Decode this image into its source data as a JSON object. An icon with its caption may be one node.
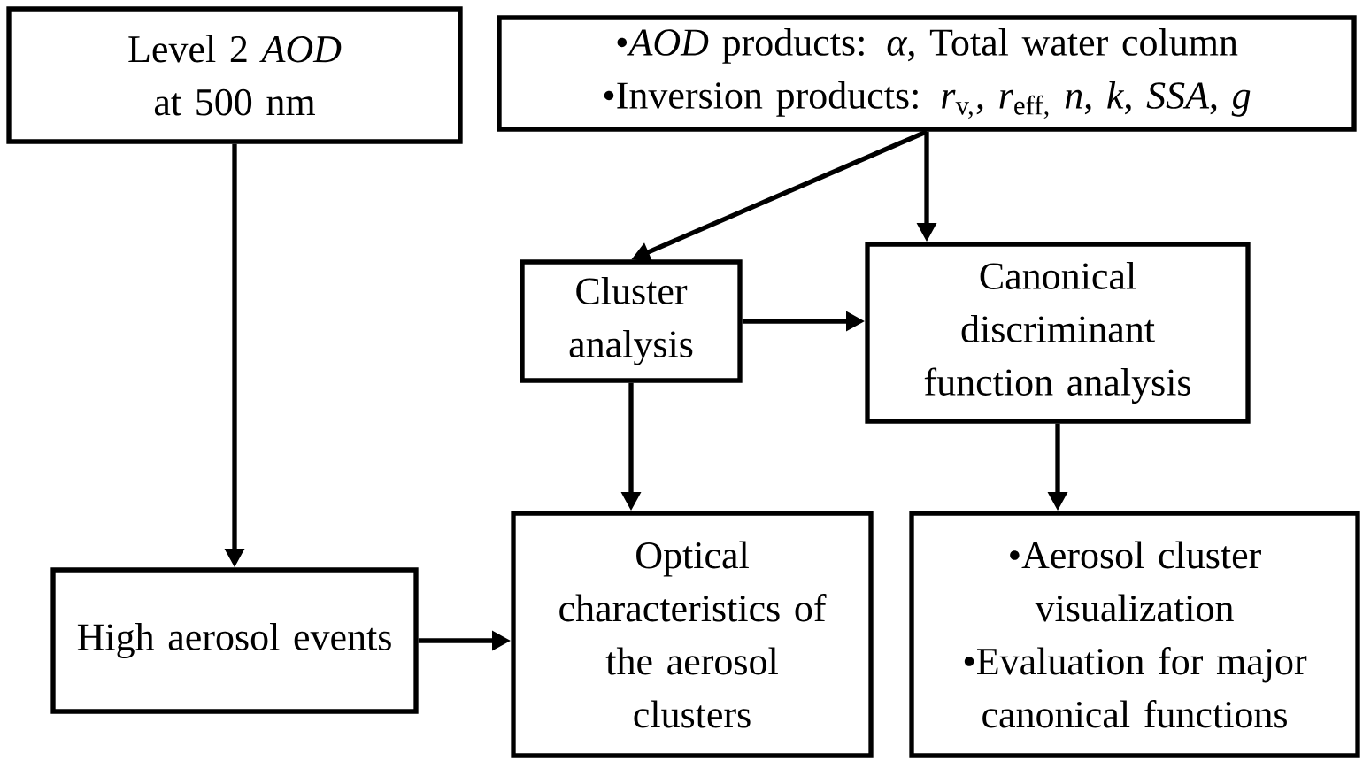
{
  "diagram": {
    "nodes": [
      {
        "text": [
          "Level 2 *AOD* at 500 nm"
        ]
      },
      {
        "text": [
          "•*AOD* products: *α*, Total water column",
          "•Inversion products: *r*$_{v,}$, *r*$_{eff,}$ *n*, *k*, *SSA*, *g*"
        ]
      },
      {
        "text": [
          "Cluster analysis"
        ]
      },
      {
        "text": [
          "Canonical discriminant function analysis"
        ]
      },
      {
        "text": [
          "High aerosol events"
        ]
      },
      {
        "text": [
          "Optical characteristics of the aerosol clusters"
        ]
      },
      {
        "text": [
          "•Aerosol cluster visualization",
          "•Evaluation for major canonical functions"
        ]
      }
    ],
    "edges": [
      {
        "from": 0,
        "to": 4,
        "arrow": "to"
      },
      {
        "from": 1,
        "to": 2,
        "arrow": "to"
      },
      {
        "from": 1,
        "to": 3,
        "arrow": "to"
      },
      {
        "from": 2,
        "to": 3,
        "arrow": "to"
      },
      {
        "from": 2,
        "to": 5,
        "arrow": "to"
      },
      {
        "from": 3,
        "to": 6,
        "arrow": "to"
      },
      {
        "from": 4,
        "to": 5,
        "arrow": "to"
      }
    ]
  }
}
